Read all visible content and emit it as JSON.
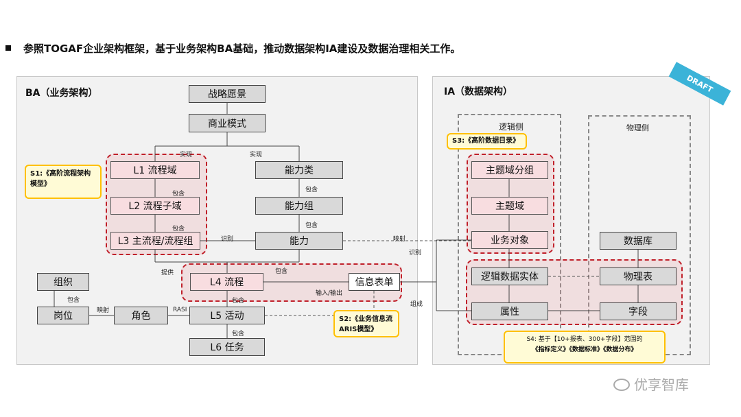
{
  "heading": "参照TOGAF企业架构框架，基于业务架构BA基础，推动数据架构IA建设及数据治理相关工作。",
  "ba_panel": {
    "title": "BA（业务架构）"
  },
  "ia_panel": {
    "title": "IA（数据架构）",
    "logical_label": "逻辑侧",
    "physical_label": "物理侧"
  },
  "draft": "DRAFT",
  "nodes": {
    "strategy": "战略愿景",
    "business_model": "商业模式",
    "l1": "L1 流程域",
    "l2": "L2 流程子域",
    "l3": "L3 主流程/流程组",
    "l4": "L4 流程",
    "l5": "L5 活动",
    "l6": "L6 任务",
    "capability_class": "能力类",
    "capability_group": "能力组",
    "capability": "能力",
    "org": "组织",
    "post": "岗位",
    "role": "角色",
    "info_form": "信息表单",
    "subject_group": "主题域分组",
    "subject": "主题域",
    "business_object": "业务对象",
    "logical_entity": "逻辑数据实体",
    "attribute": "属性",
    "database": "数据库",
    "physical_table": "物理表",
    "field": "字段"
  },
  "labels": {
    "realize_left": "实现",
    "realize_right": "实现",
    "contains_l1": "包含",
    "contains_l2": "包含",
    "contains_cap1": "包含",
    "contains_cap2": "包含",
    "identify": "识别",
    "provide": "提供",
    "contains_l4": "包含",
    "contains_l5": "包含",
    "contains_l6": "包含",
    "contains_org": "包含",
    "map_role": "映射",
    "rasi": "RASI",
    "io": "输入/输出",
    "map_ia": "映射",
    "identify_ia": "识别",
    "compose": "组成"
  },
  "callouts": {
    "s1": "S1:《高阶流程架构模型》",
    "s2": "S2:《业务信息流ARIS模型》",
    "s3": "S3:《高阶数据目录》",
    "s4_line1": "S4: 基于【10+报表、300+字段】范围的",
    "s4_line2": "《指标定义》《数据标准》《数据分布》"
  },
  "watermark": "优享智库",
  "colors": {
    "red_dash": "#c0202a",
    "callout_border": "#ffc000",
    "draft_ribbon": "#3bb3d8",
    "pink_node": "#f8dde0",
    "gray_node": "#d9d9d9"
  }
}
